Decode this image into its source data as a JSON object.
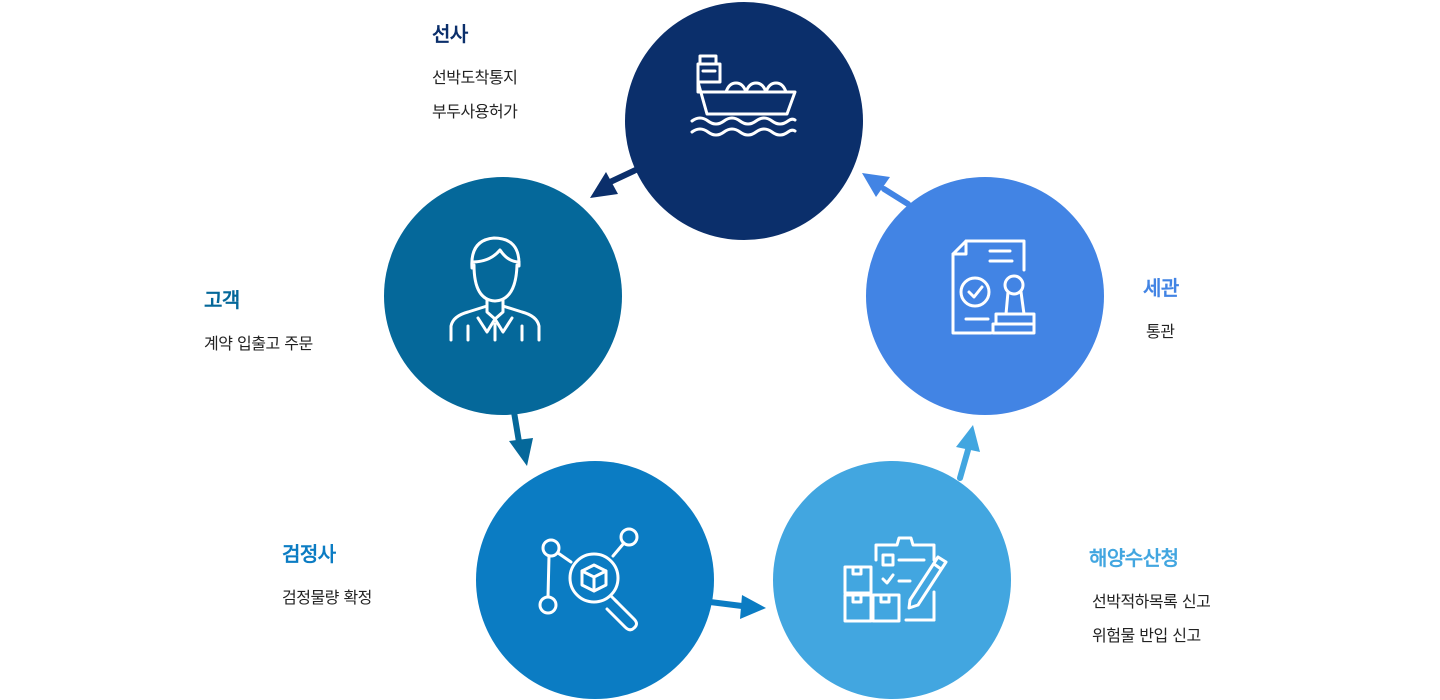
{
  "colors": {
    "shipping": "#0b2f6b",
    "customer": "#05689a",
    "surveyor": "#0b7cc3",
    "ports": "#42a6e0",
    "customs": "#4284e4"
  },
  "nodes": [
    {
      "id": "shipping",
      "title": "선사",
      "lines": [
        "선박도착통지",
        "부두사용허가"
      ],
      "icon": "cargo-ship-icon"
    },
    {
      "id": "customer",
      "title": "고객",
      "lines": [
        "계약 입출고 주문"
      ],
      "icon": "person-icon"
    },
    {
      "id": "surveyor",
      "title": "검정사",
      "lines": [
        "검정물량 확정"
      ],
      "icon": "box-search-icon"
    },
    {
      "id": "ports",
      "title": "해양수산청",
      "lines": [
        "선박적하목록 신고",
        "위험물 반입 신고"
      ],
      "icon": "clipboard-boxes-icon"
    },
    {
      "id": "customs",
      "title": "세관",
      "lines": [
        "통관"
      ],
      "icon": "document-stamp-icon"
    }
  ]
}
